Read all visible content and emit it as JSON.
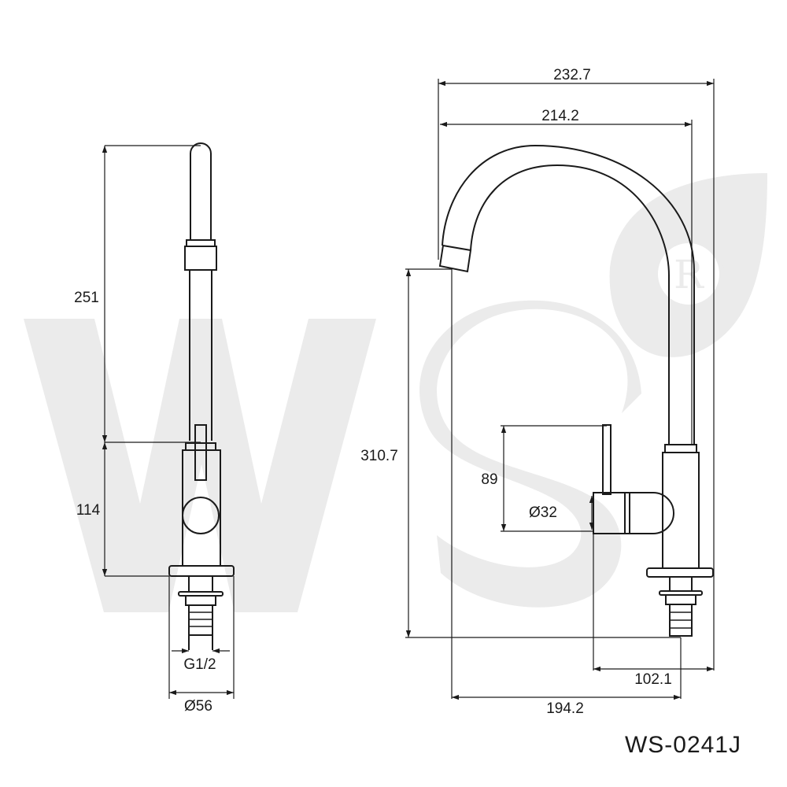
{
  "drawing": {
    "model_code": "WS-0241J",
    "watermark": "WS",
    "dimensions": {
      "side_height_upper": "251",
      "side_height_lower": "114",
      "thread": "G1/2",
      "base_diameter": "Ø56",
      "overall_width": "232.7",
      "spout_span": "214.2",
      "spout_height": "310.7",
      "handle_height": "89",
      "body_diameter": "Ø32",
      "handle_offset": "102.1",
      "spout_reach": "194.2"
    }
  }
}
